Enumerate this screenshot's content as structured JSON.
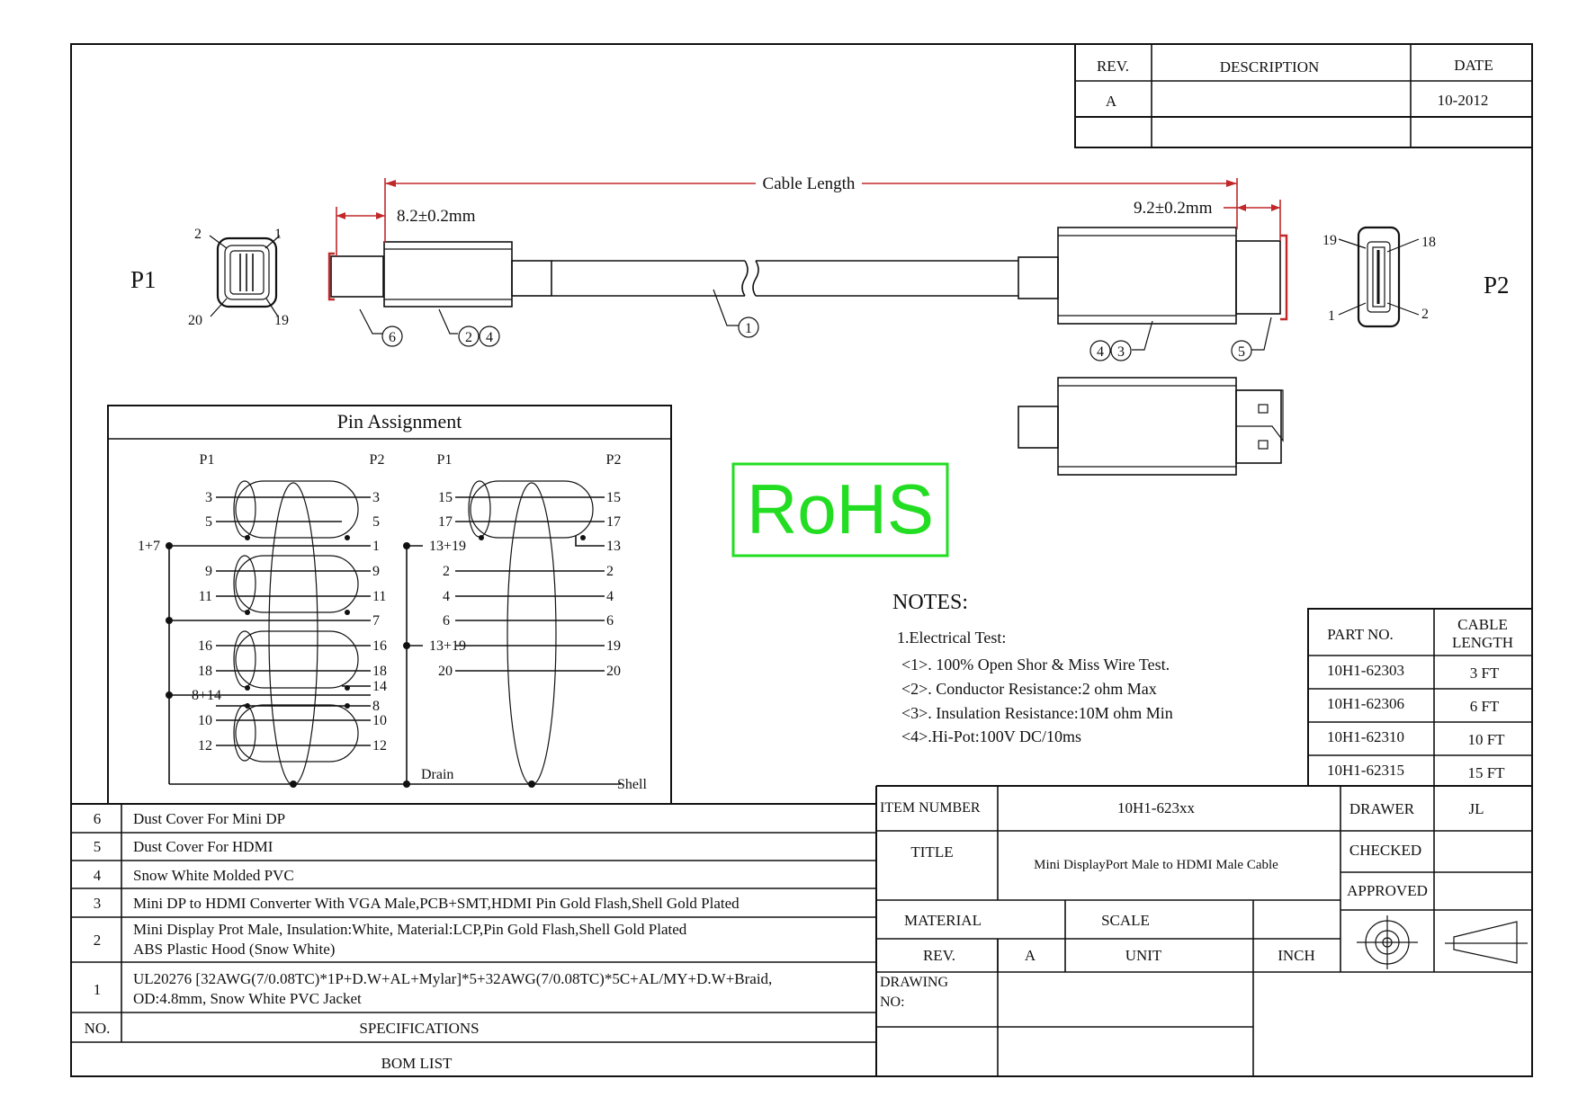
{
  "revision_table": {
    "headers": [
      "REV.",
      "DESCRIPTION",
      "DATE"
    ],
    "rows": [
      [
        "A",
        "",
        "10-2012"
      ],
      [
        "",
        "",
        ""
      ]
    ]
  },
  "cable_drawing": {
    "p1_label": "P1",
    "p2_label": "P2",
    "cable_length_label": "Cable Length",
    "dim_left": "8.2±0.2mm",
    "dim_right": "9.2±0.2mm",
    "p1_pins": [
      "2",
      "1",
      "20",
      "19"
    ],
    "p2_pins": [
      "19",
      "18",
      "1",
      "2"
    ],
    "callouts": [
      "6",
      "2",
      "4",
      "1",
      "4",
      "3",
      "5"
    ]
  },
  "rohs_label": "RoHS",
  "pin_assignment": {
    "title": "Pin Assignment",
    "left_headers": [
      "P1",
      "P2"
    ],
    "right_headers": [
      "P1",
      "P2"
    ],
    "left_p1_labels": [
      "3",
      "5",
      "1+7",
      "9",
      "11",
      "16",
      "18",
      "8+14",
      "10",
      "12"
    ],
    "left_p2_labels": [
      "3",
      "5",
      "1",
      "9",
      "11",
      "7",
      "16",
      "18",
      "14",
      "8",
      "10",
      "12"
    ],
    "right_p1_labels": [
      "15",
      "17",
      "13+19",
      "2",
      "4",
      "6",
      "13+19",
      "20"
    ],
    "right_p2_labels": [
      "15",
      "17",
      "13",
      "2",
      "4",
      "6",
      "19",
      "20"
    ],
    "drain_label": "Drain",
    "shell_label": "Shell"
  },
  "notes": {
    "title": "NOTES:",
    "lines": [
      "1.Electrical Test:",
      "<1>. 100% Open Shor & Miss Wire Test.",
      "<2>. Conductor Resistance:2 ohm Max",
      "<3>. Insulation Resistance:10M ohm Min",
      "<4>.Hi-Pot:100V DC/10ms"
    ]
  },
  "part_table": {
    "headers": [
      "PART NO.",
      "CABLE",
      "LENGTH"
    ],
    "rows": [
      [
        "10H1-62303",
        "3 FT"
      ],
      [
        "10H1-62306",
        "6 FT"
      ],
      [
        "10H1-62310",
        "10 FT"
      ],
      [
        "10H1-62315",
        "15 FT"
      ]
    ]
  },
  "bom": {
    "items": [
      {
        "no": "6",
        "spec": [
          "Dust Cover For Mini DP"
        ]
      },
      {
        "no": "5",
        "spec": [
          "Dust Cover For HDMI"
        ]
      },
      {
        "no": "4",
        "spec": [
          "Snow White Molded PVC"
        ]
      },
      {
        "no": "3",
        "spec": [
          "Mini DP to HDMI Converter With VGA Male,PCB+SMT,HDMI Pin Gold Flash,Shell Gold Plated"
        ]
      },
      {
        "no": "2",
        "spec": [
          "Mini Display Prot Male, Insulation:White, Material:LCP,Pin Gold Flash,Shell Gold Plated",
          "ABS Plastic Hood (Snow White)"
        ]
      },
      {
        "no": "1",
        "spec": [
          "UL20276 [32AWG(7/0.08TC)*1P+D.W+AL+Mylar]*5+32AWG(7/0.08TC)*5C+AL/MY+D.W+Braid,",
          "OD:4.8mm, Snow White PVC Jacket"
        ]
      }
    ],
    "no_header": "NO.",
    "spec_header": "SPECIFICATIONS",
    "footer": "BOM LIST"
  },
  "title_block": {
    "item_number_label": "ITEM NUMBER",
    "item_number": "10H1-623xx",
    "title_label": "TITLE",
    "title": "Mini DisplayPort Male to HDMI Male Cable",
    "material_label": "MATERIAL",
    "scale_label": "SCALE",
    "rev_label": "REV.",
    "rev": "A",
    "unit_label": "UNIT",
    "unit": "INCH",
    "drawing_no_label_1": "DRAWING",
    "drawing_no_label_2": "NO:",
    "drawer_label": "DRAWER",
    "drawer": "JL",
    "checked_label": "CHECKED",
    "approved_label": "APPROVED"
  },
  "colors": {
    "rohs": "#22dd22",
    "dimension": "#c0282a"
  }
}
